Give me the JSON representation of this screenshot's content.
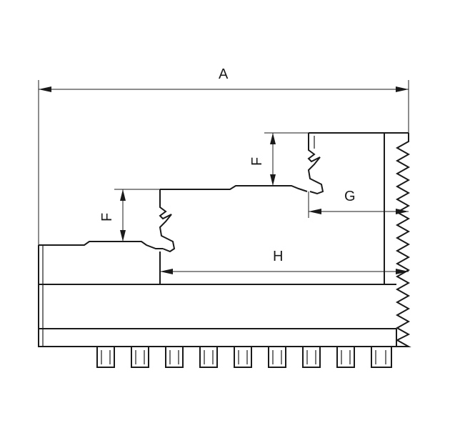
{
  "drawing": {
    "type": "technical drawing",
    "dimension_labels": {
      "A": "A",
      "F_upper": "F",
      "F_lower": "F",
      "G": "G",
      "H": "H"
    }
  }
}
